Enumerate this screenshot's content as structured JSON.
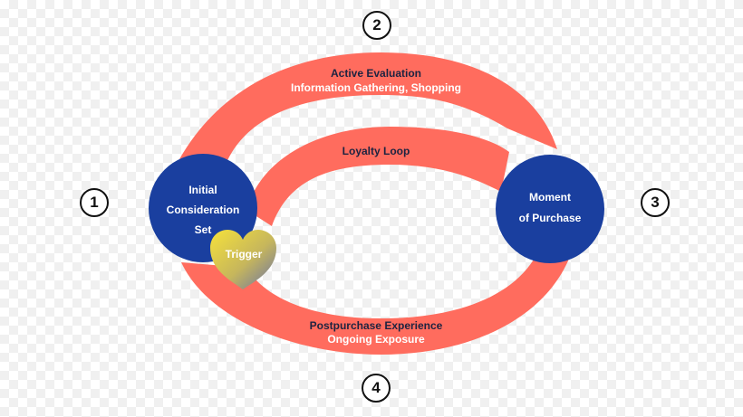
{
  "steps": [
    "1",
    "2",
    "3",
    "4"
  ],
  "arcs": {
    "top_title": "Active Evaluation",
    "top_subtitle": "Information Gathering, Shopping",
    "inner": "Loyalty Loop",
    "bottom_title": "Postpurchase Experience",
    "bottom_subtitle": "Ongoing Exposure"
  },
  "nodes": {
    "initial": [
      "Initial",
      "Consideration",
      "Set"
    ],
    "trigger": "Trigger",
    "purchase": [
      "Moment",
      "of Purchase"
    ]
  },
  "colors": {
    "arc": "#ff6c5e",
    "node": "#1a3f9f",
    "text_dark": "#1c2340",
    "text_light": "#ffffff"
  }
}
